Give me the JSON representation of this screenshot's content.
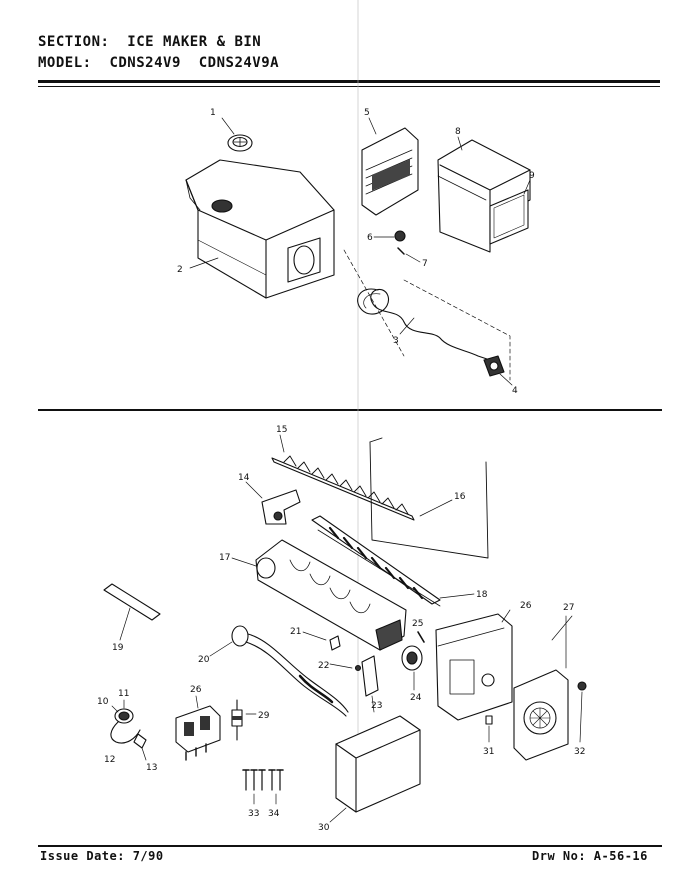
{
  "header": {
    "section_label": "SECTION:",
    "section_value": "ICE MAKER & BIN",
    "model_label": "MODEL:",
    "model_values": "CDNS24V9  CDNS24V9A"
  },
  "footer": {
    "issue_date": "Issue Date: 7/90",
    "drawing_number": "Drw No: A-56-16"
  },
  "callouts": {
    "c1": "1",
    "c2": "2",
    "c3": "3",
    "c4": "4",
    "c5": "5",
    "c6": "6",
    "c7": "7",
    "c8": "8",
    "c9": "9",
    "c10": "10",
    "c11": "11",
    "c12": "12",
    "c13": "13",
    "c14": "14",
    "c15": "15",
    "c16": "16",
    "c17": "17",
    "c18": "18",
    "c19": "19",
    "c20": "20",
    "c21": "21",
    "c22": "22",
    "c23": "23",
    "c24": "24",
    "c25": "25",
    "c26a": "26",
    "c26b": "26",
    "c27": "27",
    "c29": "29",
    "c30": "30",
    "c31": "31",
    "c32": "32",
    "c33": "33",
    "c34": "34"
  }
}
